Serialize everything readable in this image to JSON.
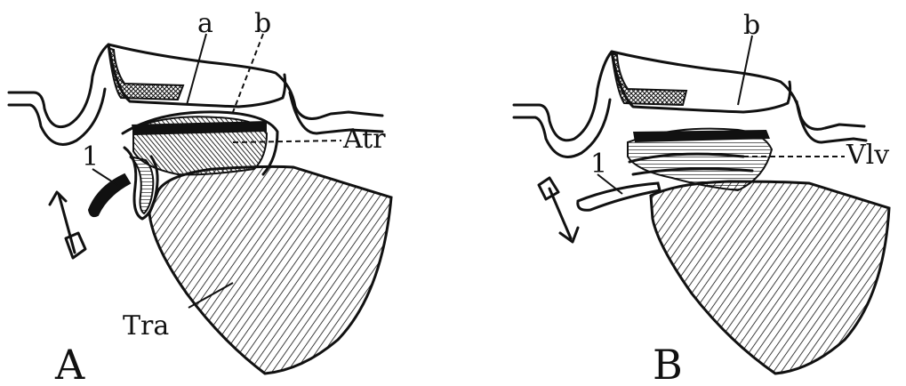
{
  "panels": [
    {
      "id": "A",
      "letter": "A",
      "labels": {
        "a": "a",
        "b": "b",
        "atr": "Atr",
        "one": "1",
        "tra": "Tra"
      },
      "arrow_direction": "up"
    },
    {
      "id": "B",
      "letter": "B",
      "labels": {
        "b": "b",
        "vlv": "Vlv",
        "one": "1"
      },
      "arrow_direction": "down"
    }
  ],
  "colors": {
    "ink": "#111111",
    "background": "#ffffff"
  }
}
